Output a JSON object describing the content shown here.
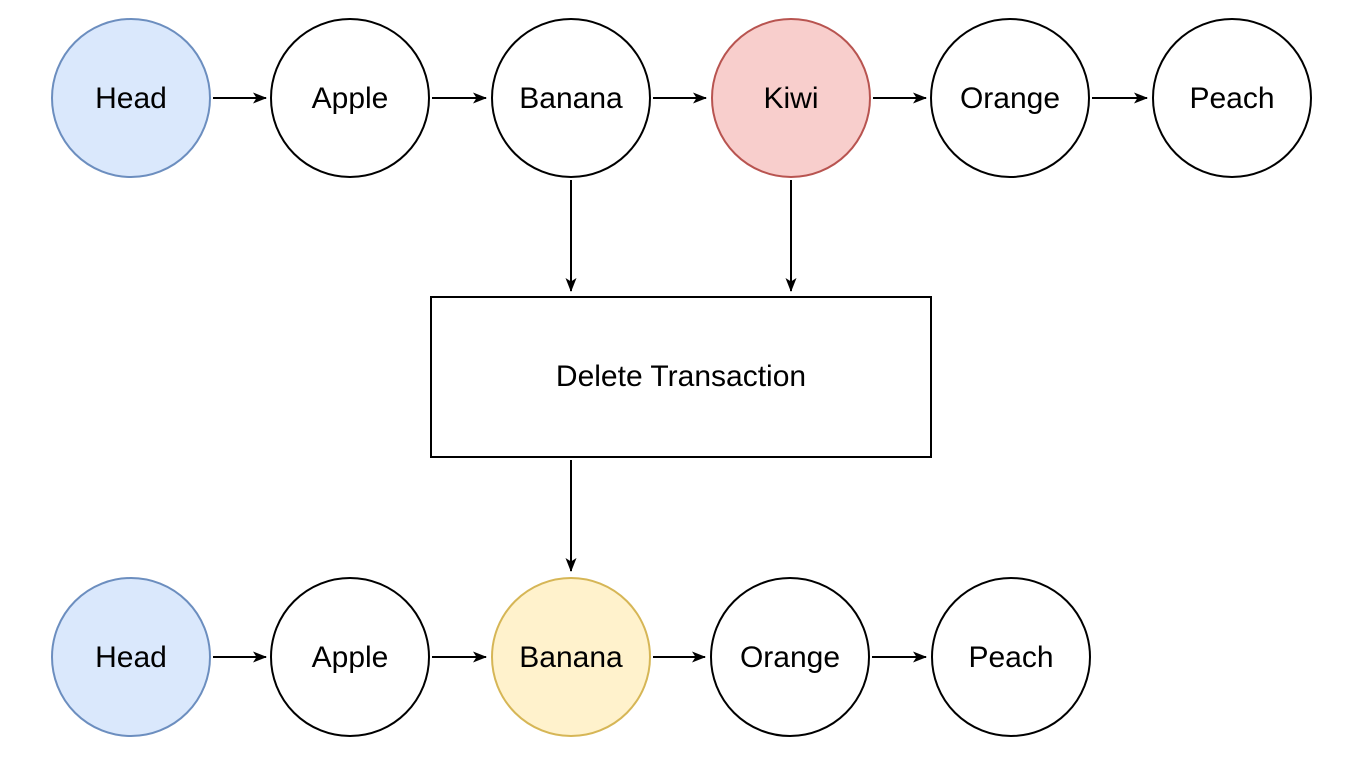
{
  "diagram": {
    "top_list": {
      "nodes": [
        {
          "label": "Head",
          "role": "head"
        },
        {
          "label": "Apple",
          "role": "default"
        },
        {
          "label": "Banana",
          "role": "default"
        },
        {
          "label": "Kiwi",
          "role": "to-delete"
        },
        {
          "label": "Orange",
          "role": "default"
        },
        {
          "label": "Peach",
          "role": "default"
        }
      ]
    },
    "process_box": {
      "label": "Delete Transaction"
    },
    "bottom_list": {
      "nodes": [
        {
          "label": "Head",
          "role": "head"
        },
        {
          "label": "Apple",
          "role": "default"
        },
        {
          "label": "Banana",
          "role": "relinked"
        },
        {
          "label": "Orange",
          "role": "default"
        },
        {
          "label": "Peach",
          "role": "default"
        }
      ]
    },
    "colors": {
      "head_fill": "#dae8fc",
      "head_stroke": "#6c8ebf",
      "delete_fill": "#f8cecc",
      "delete_stroke": "#b85450",
      "relinked_fill": "#fff2cc",
      "relinked_stroke": "#d6b656",
      "default_fill": "#ffffff",
      "default_stroke": "#000000",
      "arrow": "#000000"
    }
  }
}
